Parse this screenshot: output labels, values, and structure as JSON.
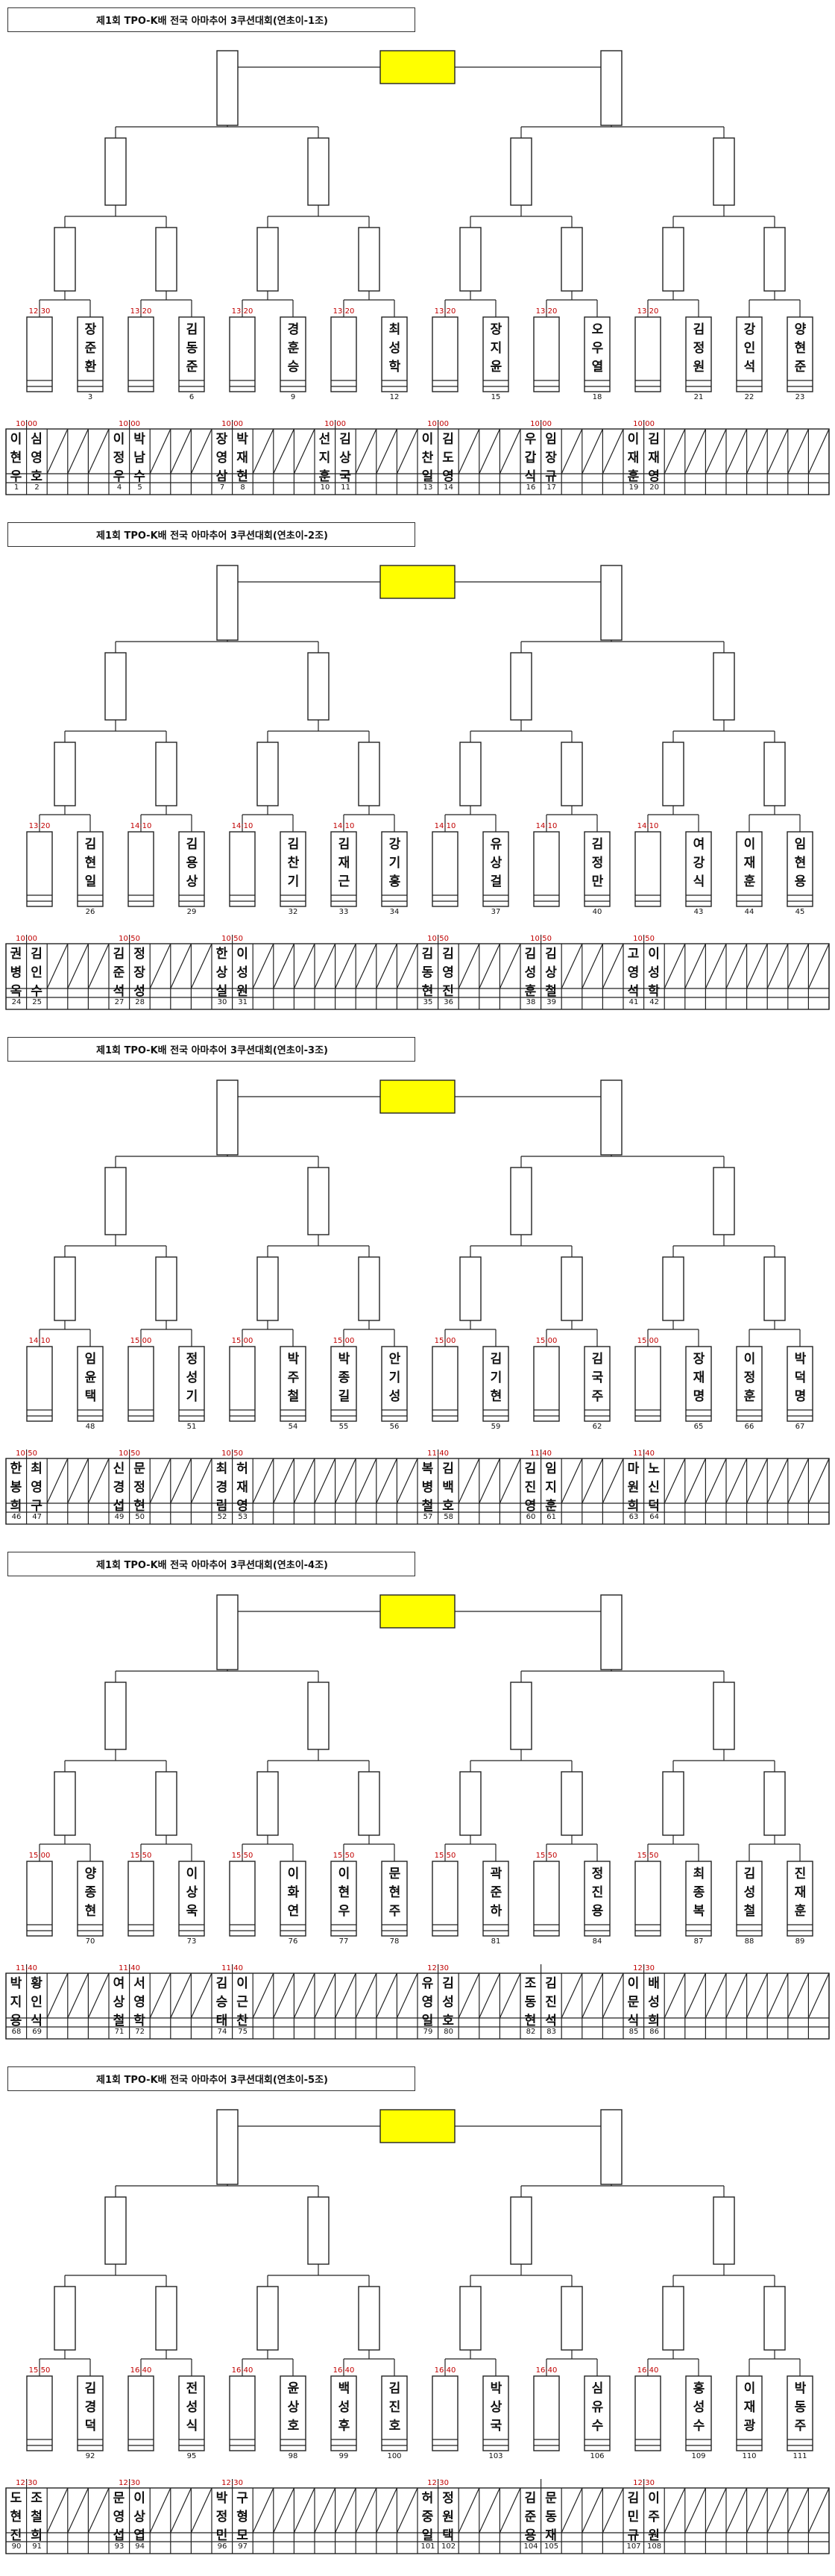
{
  "sections": [
    {
      "title": "제1회 TPO-K배 전국 아마추어 3쿠션대회(연초이-1조)",
      "upper": [
        {
          "name": "",
          "time": "12:30",
          "num": ""
        },
        {
          "name": "장준환",
          "time": "",
          "num": "3"
        },
        {
          "name": "",
          "time": "13:20",
          "num": ""
        },
        {
          "name": "김동준",
          "time": "",
          "num": "6"
        },
        {
          "name": "",
          "time": "13:20",
          "num": ""
        },
        {
          "name": "경훈승",
          "time": "",
          "num": "9"
        },
        {
          "name": "",
          "time": "13:20",
          "num": ""
        },
        {
          "name": "최성학",
          "time": "",
          "num": "12"
        },
        {
          "name": "",
          "time": "13:20",
          "num": ""
        },
        {
          "name": "장지윤",
          "time": "",
          "num": "15"
        },
        {
          "name": "",
          "time": "13:20",
          "num": ""
        },
        {
          "name": "오우열",
          "time": "",
          "num": "18"
        },
        {
          "name": "",
          "time": "13:20",
          "num": ""
        },
        {
          "name": "김정원",
          "time": "",
          "num": "21"
        },
        {
          "name": "강인석",
          "time": "",
          "num": "22"
        },
        {
          "name": "양현준",
          "time": "",
          "num": "23"
        }
      ],
      "lower": [
        {
          "name": "이현우",
          "num": "1"
        },
        {
          "name": "심영호",
          "num": "2"
        },
        {
          "name": "이정우",
          "num": "4"
        },
        {
          "name": "박남수",
          "num": "5"
        },
        {
          "name": "장영삼",
          "num": "7"
        },
        {
          "name": "박재현",
          "num": "8"
        },
        {
          "name": "선지훈",
          "num": "10"
        },
        {
          "name": "김상국",
          "num": "11"
        },
        {
          "name": "이찬일",
          "num": "13"
        },
        {
          "name": "김도영",
          "num": "14"
        },
        {
          "name": "우갑식",
          "num": "16"
        },
        {
          "name": "임장규",
          "num": "17"
        },
        {
          "name": "이재훈",
          "num": "19"
        },
        {
          "name": "김재영",
          "num": "20"
        }
      ],
      "pair_times": [
        "10:00",
        "10:00",
        "10:00",
        "10:00",
        "10:00",
        "10:00",
        "10:00"
      ]
    },
    {
      "title": "제1회 TPO-K배 전국 아마추어 3쿠션대회(연초이-2조)",
      "upper": [
        {
          "name": "",
          "time": "13:20",
          "num": ""
        },
        {
          "name": "김현일",
          "time": "",
          "num": "26"
        },
        {
          "name": "",
          "time": "14:10",
          "num": ""
        },
        {
          "name": "김용상",
          "time": "",
          "num": "29"
        },
        {
          "name": "",
          "time": "14:10",
          "num": ""
        },
        {
          "name": "김찬기",
          "time": "",
          "num": "32"
        },
        {
          "name": "김재근",
          "time": "14:10",
          "num": "33"
        },
        {
          "name": "강기홍",
          "time": "",
          "num": "34"
        },
        {
          "name": "",
          "time": "14:10",
          "num": ""
        },
        {
          "name": "유상걸",
          "time": "",
          "num": "37"
        },
        {
          "name": "",
          "time": "14:10",
          "num": ""
        },
        {
          "name": "김정만",
          "time": "",
          "num": "40"
        },
        {
          "name": "",
          "time": "14:10",
          "num": ""
        },
        {
          "name": "여강식",
          "time": "",
          "num": "43"
        },
        {
          "name": "이재훈",
          "time": "",
          "num": "44"
        },
        {
          "name": "임현용",
          "time": "",
          "num": "45"
        }
      ],
      "lower": [
        {
          "name": "권병옥",
          "num": "24"
        },
        {
          "name": "김인수",
          "num": "25"
        },
        {
          "name": "김준석",
          "num": "27"
        },
        {
          "name": "정장성",
          "num": "28"
        },
        {
          "name": "한상실",
          "num": "30"
        },
        {
          "name": "이성원",
          "num": "31"
        },
        {
          "name": "",
          "num": ""
        },
        {
          "name": "",
          "num": ""
        },
        {
          "name": "김동현",
          "num": "35"
        },
        {
          "name": "김영진",
          "num": "36"
        },
        {
          "name": "김성훈",
          "num": "38"
        },
        {
          "name": "김상철",
          "num": "39"
        },
        {
          "name": "고영석",
          "num": "41"
        },
        {
          "name": "이성학",
          "num": "42"
        }
      ],
      "pair_times": [
        "10:00",
        "10:50",
        "10:50",
        "",
        "10:50",
        "10:50",
        "10:50"
      ]
    },
    {
      "title": "제1회 TPO-K배 전국 아마추어 3쿠션대회(연초이-3조)",
      "upper": [
        {
          "name": "",
          "time": "14:10",
          "num": ""
        },
        {
          "name": "임윤택",
          "time": "",
          "num": "48"
        },
        {
          "name": "",
          "time": "15:00",
          "num": ""
        },
        {
          "name": "정성기",
          "time": "",
          "num": "51"
        },
        {
          "name": "",
          "time": "15:00",
          "num": ""
        },
        {
          "name": "박주철",
          "time": "",
          "num": "54"
        },
        {
          "name": "박종길",
          "time": "15:00",
          "num": "55"
        },
        {
          "name": "안기성",
          "time": "",
          "num": "56"
        },
        {
          "name": "",
          "time": "15:00",
          "num": ""
        },
        {
          "name": "김기현",
          "time": "",
          "num": "59"
        },
        {
          "name": "",
          "time": "15:00",
          "num": ""
        },
        {
          "name": "김국주",
          "time": "",
          "num": "62"
        },
        {
          "name": "",
          "time": "15:00",
          "num": ""
        },
        {
          "name": "장재명",
          "time": "",
          "num": "65"
        },
        {
          "name": "이정훈",
          "time": "",
          "num": "66"
        },
        {
          "name": "박덕명",
          "time": "",
          "num": "67"
        }
      ],
      "lower": [
        {
          "name": "한봉희",
          "num": "46"
        },
        {
          "name": "최영구",
          "num": "47"
        },
        {
          "name": "신경섭",
          "num": "49"
        },
        {
          "name": "문정현",
          "num": "50"
        },
        {
          "name": "최경림",
          "num": "52"
        },
        {
          "name": "허재영",
          "num": "53"
        },
        {
          "name": "",
          "num": ""
        },
        {
          "name": "",
          "num": ""
        },
        {
          "name": "복병철",
          "num": "57"
        },
        {
          "name": "김백호",
          "num": "58"
        },
        {
          "name": "김진영",
          "num": "60"
        },
        {
          "name": "임지훈",
          "num": "61"
        },
        {
          "name": "마원희",
          "num": "63"
        },
        {
          "name": "노신덕",
          "num": "64"
        }
      ],
      "pair_times": [
        "10:50",
        "10:50",
        "10:50",
        "",
        "11:40",
        "11:40",
        "11:40"
      ]
    },
    {
      "title": "제1회 TPO-K배 전국 아마추어 3쿠션대회(연초이-4조)",
      "upper": [
        {
          "name": "",
          "time": "15:00",
          "num": ""
        },
        {
          "name": "양종현",
          "time": "",
          "num": "70"
        },
        {
          "name": "",
          "time": "15:50",
          "num": ""
        },
        {
          "name": "이상욱",
          "time": "",
          "num": "73"
        },
        {
          "name": "",
          "time": "15:50",
          "num": ""
        },
        {
          "name": "이화연",
          "time": "",
          "num": "76"
        },
        {
          "name": "이현우",
          "time": "15:50",
          "num": "77"
        },
        {
          "name": "문현주",
          "time": "",
          "num": "78"
        },
        {
          "name": "",
          "time": "15:50",
          "num": ""
        },
        {
          "name": "곽준하",
          "time": "",
          "num": "81"
        },
        {
          "name": "",
          "time": "15:50",
          "num": ""
        },
        {
          "name": "정진용",
          "time": "",
          "num": "84"
        },
        {
          "name": "",
          "time": "15:50",
          "num": ""
        },
        {
          "name": "최종복",
          "time": "",
          "num": "87"
        },
        {
          "name": "김성철",
          "time": "",
          "num": "88"
        },
        {
          "name": "진재훈",
          "time": "",
          "num": "89"
        }
      ],
      "lower": [
        {
          "name": "박지용",
          "num": "68"
        },
        {
          "name": "황인식",
          "num": "69"
        },
        {
          "name": "여상철",
          "num": "71"
        },
        {
          "name": "서영학",
          "num": "72"
        },
        {
          "name": "김승태",
          "num": "74"
        },
        {
          "name": "이근찬",
          "num": "75"
        },
        {
          "name": "",
          "num": ""
        },
        {
          "name": "",
          "num": ""
        },
        {
          "name": "유영일",
          "num": "79"
        },
        {
          "name": "김성호",
          "num": "80"
        },
        {
          "name": "조동현",
          "num": "82"
        },
        {
          "name": "김진석",
          "num": "83"
        },
        {
          "name": "이문식",
          "num": "85"
        },
        {
          "name": "배성희",
          "num": "86"
        }
      ],
      "pair_times": [
        "11:40",
        "11:40",
        "11:40",
        "",
        "12:30",
        "",
        "12:30"
      ]
    },
    {
      "title": "제1회 TPO-K배 전국 아마추어 3쿠션대회(연초이-5조)",
      "upper": [
        {
          "name": "",
          "time": "15:50",
          "num": ""
        },
        {
          "name": "김경덕",
          "time": "",
          "num": "92"
        },
        {
          "name": "",
          "time": "16:40",
          "num": ""
        },
        {
          "name": "전성식",
          "time": "",
          "num": "95"
        },
        {
          "name": "",
          "time": "16:40",
          "num": ""
        },
        {
          "name": "윤상호",
          "time": "",
          "num": "98"
        },
        {
          "name": "백성후",
          "time": "16:40",
          "num": "99"
        },
        {
          "name": "김진호",
          "time": "",
          "num": "100"
        },
        {
          "name": "",
          "time": "16:40",
          "num": ""
        },
        {
          "name": "박상국",
          "time": "",
          "num": "103"
        },
        {
          "name": "",
          "time": "16:40",
          "num": ""
        },
        {
          "name": "심유수",
          "time": "",
          "num": "106"
        },
        {
          "name": "",
          "time": "16:40",
          "num": ""
        },
        {
          "name": "홍성수",
          "time": "",
          "num": "109"
        },
        {
          "name": "이재광",
          "time": "",
          "num": "110"
        },
        {
          "name": "박동주",
          "time": "",
          "num": "111"
        }
      ],
      "lower": [
        {
          "name": "도현진",
          "num": "90"
        },
        {
          "name": "조철희",
          "num": "91"
        },
        {
          "name": "문영섭",
          "num": "93"
        },
        {
          "name": "이상엽",
          "num": "94"
        },
        {
          "name": "박정민",
          "num": "96"
        },
        {
          "name": "구형모",
          "num": "97"
        },
        {
          "name": "",
          "num": ""
        },
        {
          "name": "",
          "num": ""
        },
        {
          "name": "허중일",
          "num": "101"
        },
        {
          "name": "정원택",
          "num": "102"
        },
        {
          "name": "김준용",
          "num": "104"
        },
        {
          "name": "문동재",
          "num": "105"
        },
        {
          "name": "김민규",
          "num": "107"
        },
        {
          "name": "이주원",
          "num": "108"
        }
      ],
      "pair_times": [
        "12:30",
        "12:30",
        "12:30",
        "",
        "12:30",
        "",
        "12:30"
      ]
    }
  ],
  "colors": {
    "final_box": "#ffff00",
    "time_text": "#c00000",
    "line": "#222222"
  }
}
